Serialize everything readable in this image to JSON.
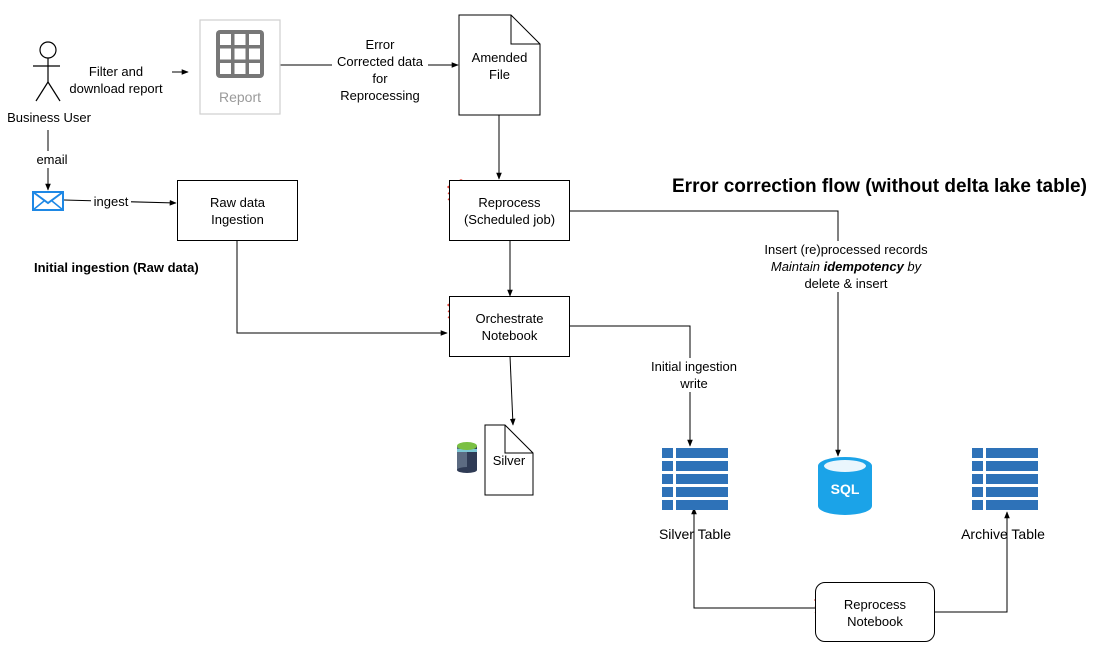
{
  "diagram": {
    "title": "Error correction flow (without delta lake table)",
    "section_label": "Initial ingestion (Raw data)",
    "actor": {
      "label": "Business User"
    },
    "edges": {
      "filter_download": {
        "line1": "Filter and",
        "line2": "download report"
      },
      "email": "email",
      "ingest": "ingest",
      "error_corrected": {
        "line1": "Error",
        "line2": "Corrected data",
        "line3": "for",
        "line4": "Reprocessing"
      },
      "initial_write": {
        "line1": "Initial ingestion",
        "line2": "write"
      },
      "insert_records": {
        "line1": "Insert (re)processed records",
        "line2_pre": "Maintain ",
        "line2_bold": "idempotency",
        "line2_post": " by",
        "line3": "delete & insert"
      }
    },
    "nodes": {
      "report": {
        "label": "Report"
      },
      "amended_file": {
        "line1": "Amended",
        "line2": "File"
      },
      "raw_ingestion": {
        "line1": "Raw data",
        "line2": "Ingestion"
      },
      "reprocess_job": {
        "line1": "Reprocess",
        "line2": "(Scheduled job)"
      },
      "orchestrate": {
        "line1": "Orchestrate",
        "line2": "Notebook"
      },
      "silver_file": {
        "label": "Silver"
      },
      "silver_table": {
        "label": "Silver Table"
      },
      "sql_db": {
        "label": "SQL"
      },
      "archive_table": {
        "label": "Archive Table"
      },
      "reprocess_notebook": {
        "line1": "Reprocess",
        "line2": "Notebook"
      }
    },
    "colors": {
      "table_blue": "#2e72b8",
      "sql_cyan": "#1ba3e8",
      "databricks_red": "#e2463a",
      "report_gray": "#777777",
      "mail_blue": "#1e88e5"
    },
    "icons": [
      "user-icon",
      "mail-icon",
      "grid-icon",
      "databricks-icon",
      "storage-icon",
      "table-icon",
      "sql-icon"
    ]
  }
}
